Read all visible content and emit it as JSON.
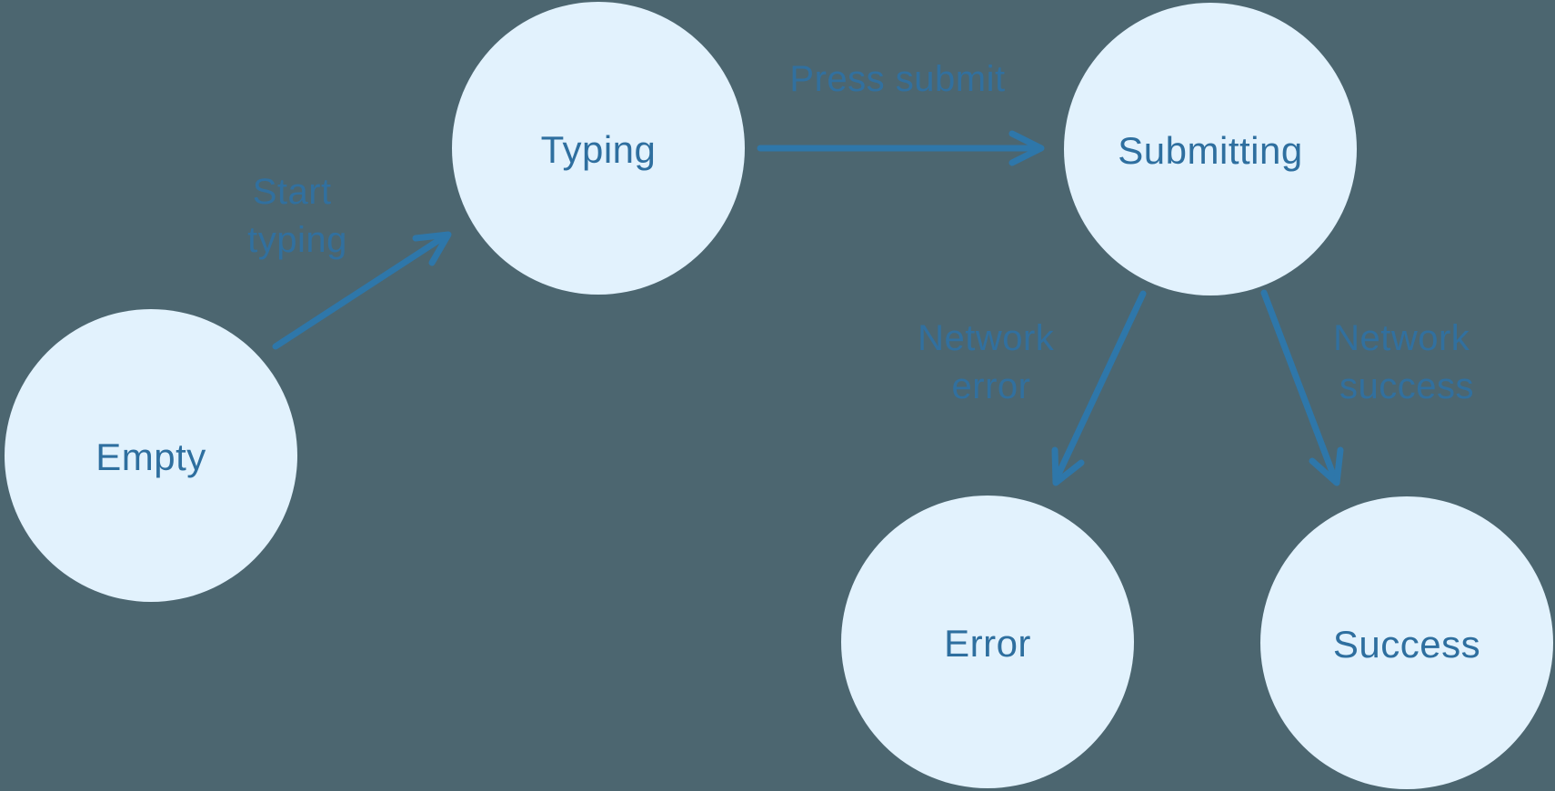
{
  "diagram": {
    "type": "state-machine",
    "colors": {
      "background": "#4c6670",
      "node_fill": "#e2f2fd",
      "node_text": "#2e6f9f",
      "arrow": "#2e77aa",
      "edge_label": "#31709f"
    },
    "nodes": [
      {
        "id": "empty",
        "label": "Empty"
      },
      {
        "id": "typing",
        "label": "Typing"
      },
      {
        "id": "submitting",
        "label": "Submitting"
      },
      {
        "id": "error",
        "label": "Error"
      },
      {
        "id": "success",
        "label": "Success"
      }
    ],
    "edges": [
      {
        "from": "empty",
        "to": "typing",
        "label_lines": [
          "Start",
          "typing"
        ]
      },
      {
        "from": "typing",
        "to": "submitting",
        "label_lines": [
          "Press submit"
        ]
      },
      {
        "from": "submitting",
        "to": "error",
        "label_lines": [
          "Network",
          "error"
        ]
      },
      {
        "from": "submitting",
        "to": "success",
        "label_lines": [
          "Network",
          "success"
        ]
      }
    ]
  }
}
